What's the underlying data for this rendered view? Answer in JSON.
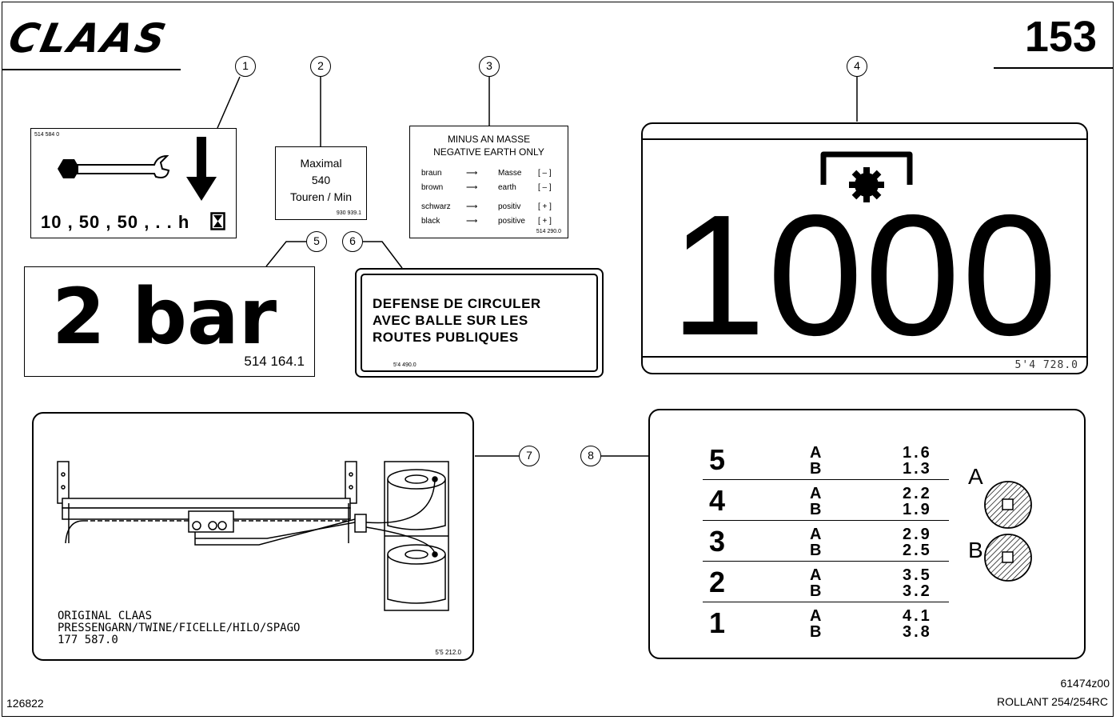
{
  "header": {
    "logo": "CLAAS",
    "page_number": "153"
  },
  "callouts": [
    "1",
    "2",
    "3",
    "4",
    "5",
    "6",
    "7",
    "8"
  ],
  "decal_1": {
    "part_number": "514 584 0",
    "intervals": "10 , 50 , 50 , . . h"
  },
  "decal_2": {
    "line1": "Maximal",
    "line2": "540",
    "line3": "Touren / Min",
    "part_number": "930 939.1"
  },
  "decal_3": {
    "title1": "MINUS AN MASSE",
    "title2": "NEGATIVE EARTH ONLY",
    "rows": [
      {
        "wire": "braun",
        "target": "Masse",
        "sign": "[ – ]"
      },
      {
        "wire": "brown",
        "target": "earth",
        "sign": "[ – ]"
      },
      {
        "wire": "schwarz",
        "target": "positiv",
        "sign": "[ + ]"
      },
      {
        "wire": "black",
        "target": "positive",
        "sign": "[ + ]"
      }
    ],
    "part_number": "514 290.0"
  },
  "decal_4": {
    "value": "1000",
    "part_number": "5'4  728.0"
  },
  "decal_5": {
    "value": "2 bar",
    "part_number": "514 164.1"
  },
  "decal_6": {
    "line1": "DEFENSE DE CIRCULER",
    "line2": "AVEC BALLE SUR LES",
    "line3": "ROUTES PUBLIQUES",
    "part_number": "5'4 490.0"
  },
  "decal_7": {
    "line1": "ORIGINAL CLAAS",
    "line2": "PRESSENGARN/TWINE/FICELLE/HILO/SPAGO",
    "line3": "177 587.0",
    "part_number": "5'5 212.0"
  },
  "decal_8": {
    "rows": [
      {
        "num": "5",
        "a": "1.6",
        "b": "1.3"
      },
      {
        "num": "4",
        "a": "2.2",
        "b": "1.9"
      },
      {
        "num": "3",
        "a": "2.9",
        "b": "2.5"
      },
      {
        "num": "2",
        "a": "3.5",
        "b": "3.2"
      },
      {
        "num": "1",
        "a": "4.1",
        "b": "3.8"
      }
    ],
    "label_a": "A",
    "label_b": "B"
  },
  "footer": {
    "left_code": "126822",
    "right_code": "61474z00",
    "model": "ROLLANT 254/254RC"
  }
}
